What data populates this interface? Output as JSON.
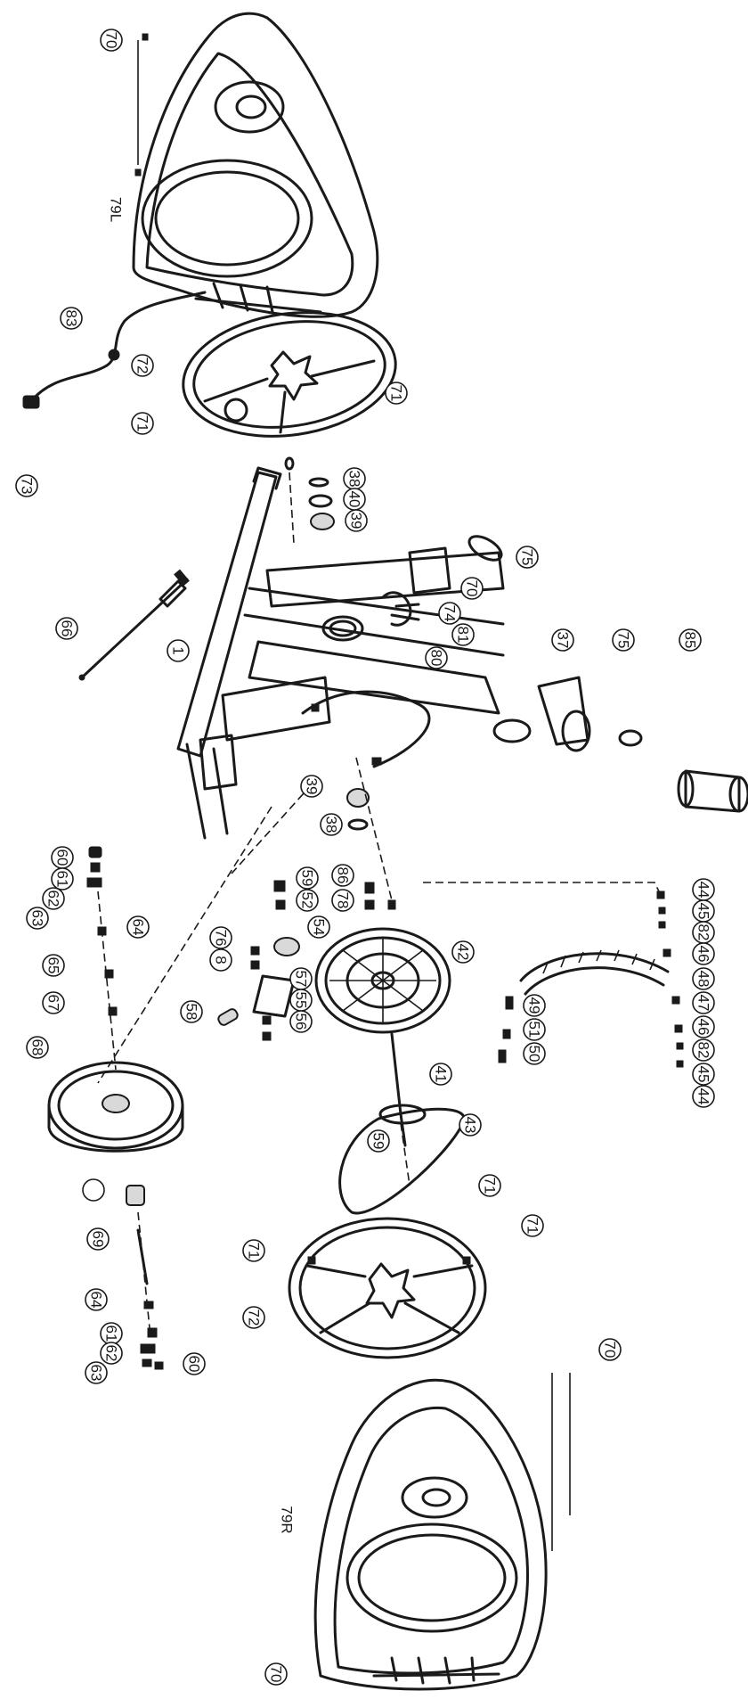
{
  "diagram": {
    "labels": {
      "p1": "1",
      "p37": "37",
      "p38a": "38",
      "p38b": "38",
      "p39a": "39",
      "p39b": "39",
      "p40": "40",
      "p41": "41",
      "p42": "42",
      "p43": "43",
      "p44a": "44",
      "p44b": "44",
      "p45a": "45",
      "p45b": "45",
      "p46a": "46",
      "p46b": "46",
      "p47": "47",
      "p48": "48",
      "p49": "49",
      "p50": "50",
      "p51": "51",
      "p52": "52",
      "p54": "54",
      "p55": "55",
      "p56": "56",
      "p57": "57",
      "p58": "58",
      "p59a": "59",
      "p59b": "59",
      "p60a": "60",
      "p60b": "60",
      "p61a": "61",
      "p61b": "61",
      "p62a": "62",
      "p62b": "62",
      "p63a": "63",
      "p63b": "63",
      "p64a": "64",
      "p64b": "64",
      "p65": "65",
      "p66": "66",
      "p67": "67",
      "p68": "68",
      "p69": "69",
      "p70a": "70",
      "p70b": "70",
      "p70c": "70",
      "p70d": "70",
      "p71a": "71",
      "p71b": "71",
      "p71c": "71",
      "p71d": "71",
      "p71e": "71",
      "p72a": "72",
      "p72b": "72",
      "p73": "73",
      "p74": "74",
      "p75a": "75",
      "p75b": "75",
      "p76": "76",
      "p78": "78",
      "p79L": "79L",
      "p79R": "79R",
      "p80": "80",
      "p81": "81",
      "p82a": "82",
      "p82b": "82",
      "p83": "83",
      "p85": "85",
      "p86": "86",
      "p8": "8"
    }
  }
}
